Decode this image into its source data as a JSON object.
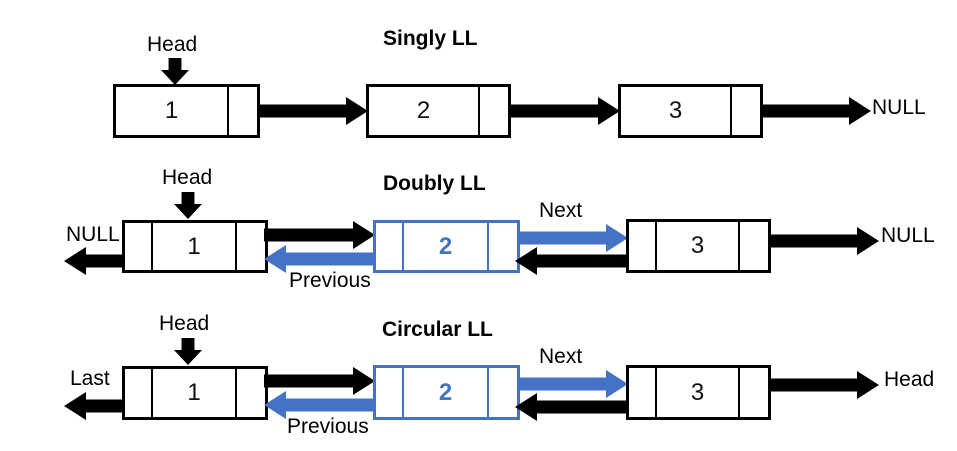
{
  "colors": {
    "accent_blue": "#4472C4",
    "black": "#000000"
  },
  "rows": [
    {
      "title": "Singly LL",
      "head_label": "Head",
      "nodes": [
        "1",
        "2",
        "3"
      ],
      "tail_label": "NULL"
    },
    {
      "title": "Doubly LL",
      "head_label": "Head",
      "left_label": "NULL",
      "nodes": [
        "1",
        "2",
        "3"
      ],
      "next_label": "Next",
      "previous_label": "Previous",
      "tail_label": "NULL"
    },
    {
      "title": "Circular LL",
      "head_label": "Head",
      "left_label": "Last",
      "nodes": [
        "1",
        "2",
        "3"
      ],
      "next_label": "Next",
      "previous_label": "Previous",
      "tail_label": "Head"
    }
  ]
}
